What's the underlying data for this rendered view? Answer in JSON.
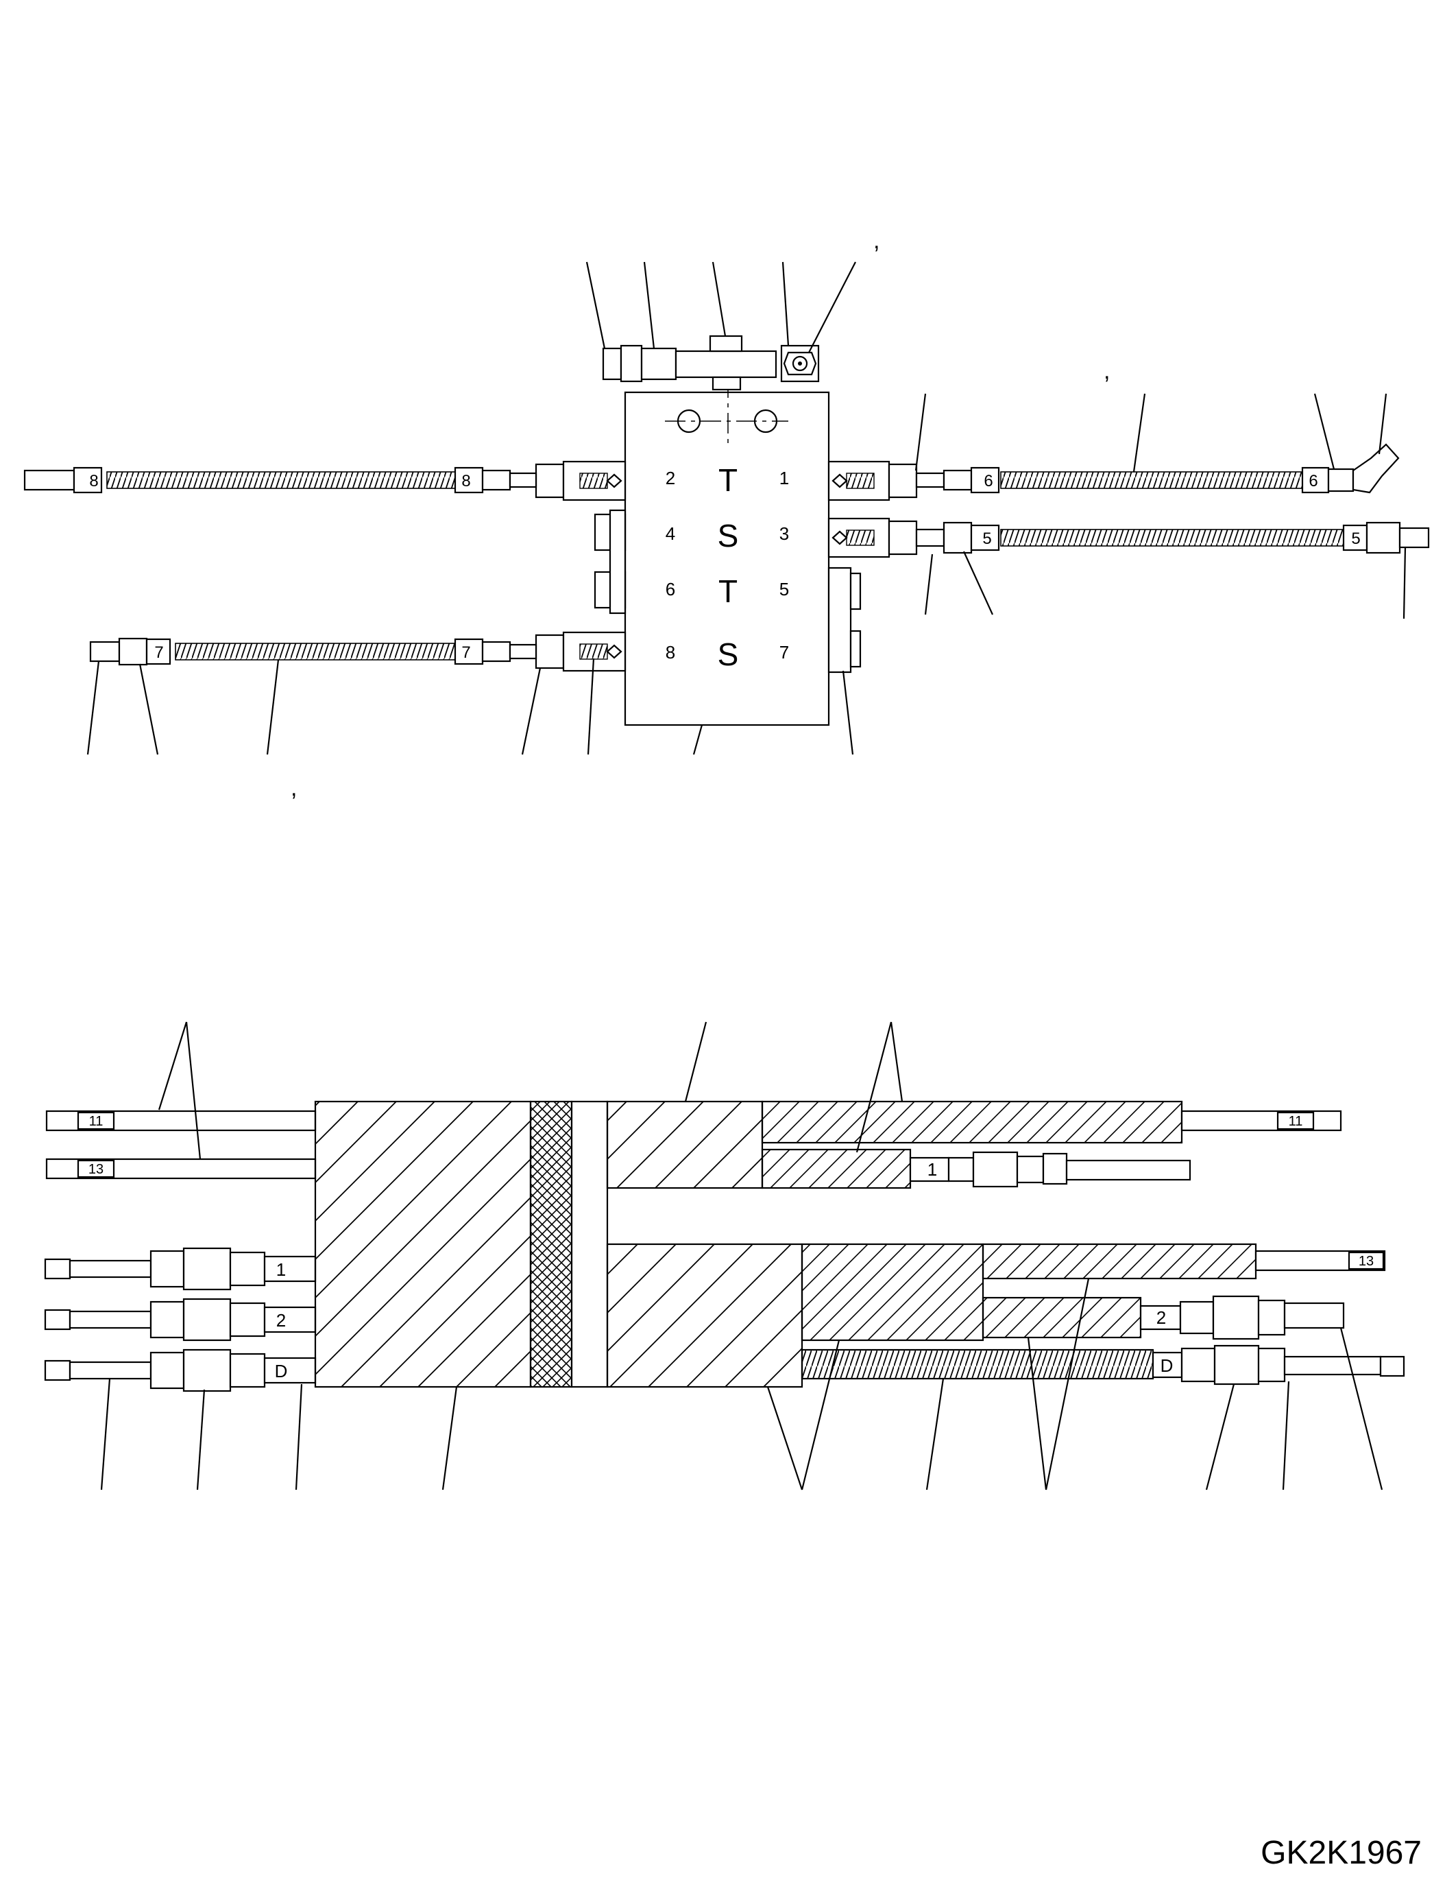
{
  "drawing_id": "GK2K1967",
  "top_view": {
    "valve_ports": [
      {
        "num": "2",
        "center": "T",
        "num2": "1"
      },
      {
        "num": "4",
        "center": "S",
        "num2": "3"
      },
      {
        "num": "6",
        "center": "T",
        "num2": "5"
      },
      {
        "num": "8",
        "center": "S",
        "num2": "7"
      }
    ],
    "hose_tags": {
      "left_top": "8",
      "left_bottom": "7",
      "right_top": "6",
      "right_bottom": "5"
    }
  },
  "bottom_view": {
    "left_tags": [
      "11",
      "13"
    ],
    "left_fitting_tags": [
      "1",
      "2",
      "D"
    ],
    "right_tags": {
      "top": "11",
      "upper_fitting": "1",
      "mid": "13",
      "lower_fitting": "2",
      "bottom_fitting": "D"
    }
  }
}
